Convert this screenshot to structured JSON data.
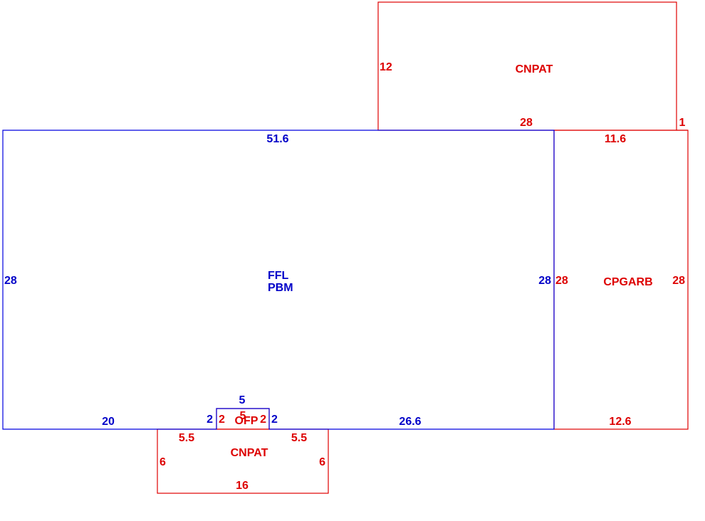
{
  "colors": {
    "main_area": "#0000e0",
    "additions": "#e00000"
  },
  "main_area": {
    "codes": [
      "FFL",
      "PBM"
    ],
    "top": "51.6",
    "left": "28",
    "right": "28",
    "bottom_left": "20",
    "bottom_right": "26.6",
    "notch_left": "2",
    "notch_right": "2",
    "notch_top": "5"
  },
  "top_porch": {
    "code": "CNPAT",
    "left": "12",
    "bottom": "28",
    "offset": "1"
  },
  "garage": {
    "code": "CPGARB",
    "top": "11.6",
    "left": "28",
    "right": "28",
    "bottom": "12.6"
  },
  "ofp": {
    "code": "OFP",
    "width": "5",
    "left": "2",
    "right": "2"
  },
  "bottom_porch": {
    "code": "CNPAT",
    "top_left": "5.5",
    "top_right": "5.5",
    "left": "6",
    "right": "6",
    "bottom": "16"
  }
}
